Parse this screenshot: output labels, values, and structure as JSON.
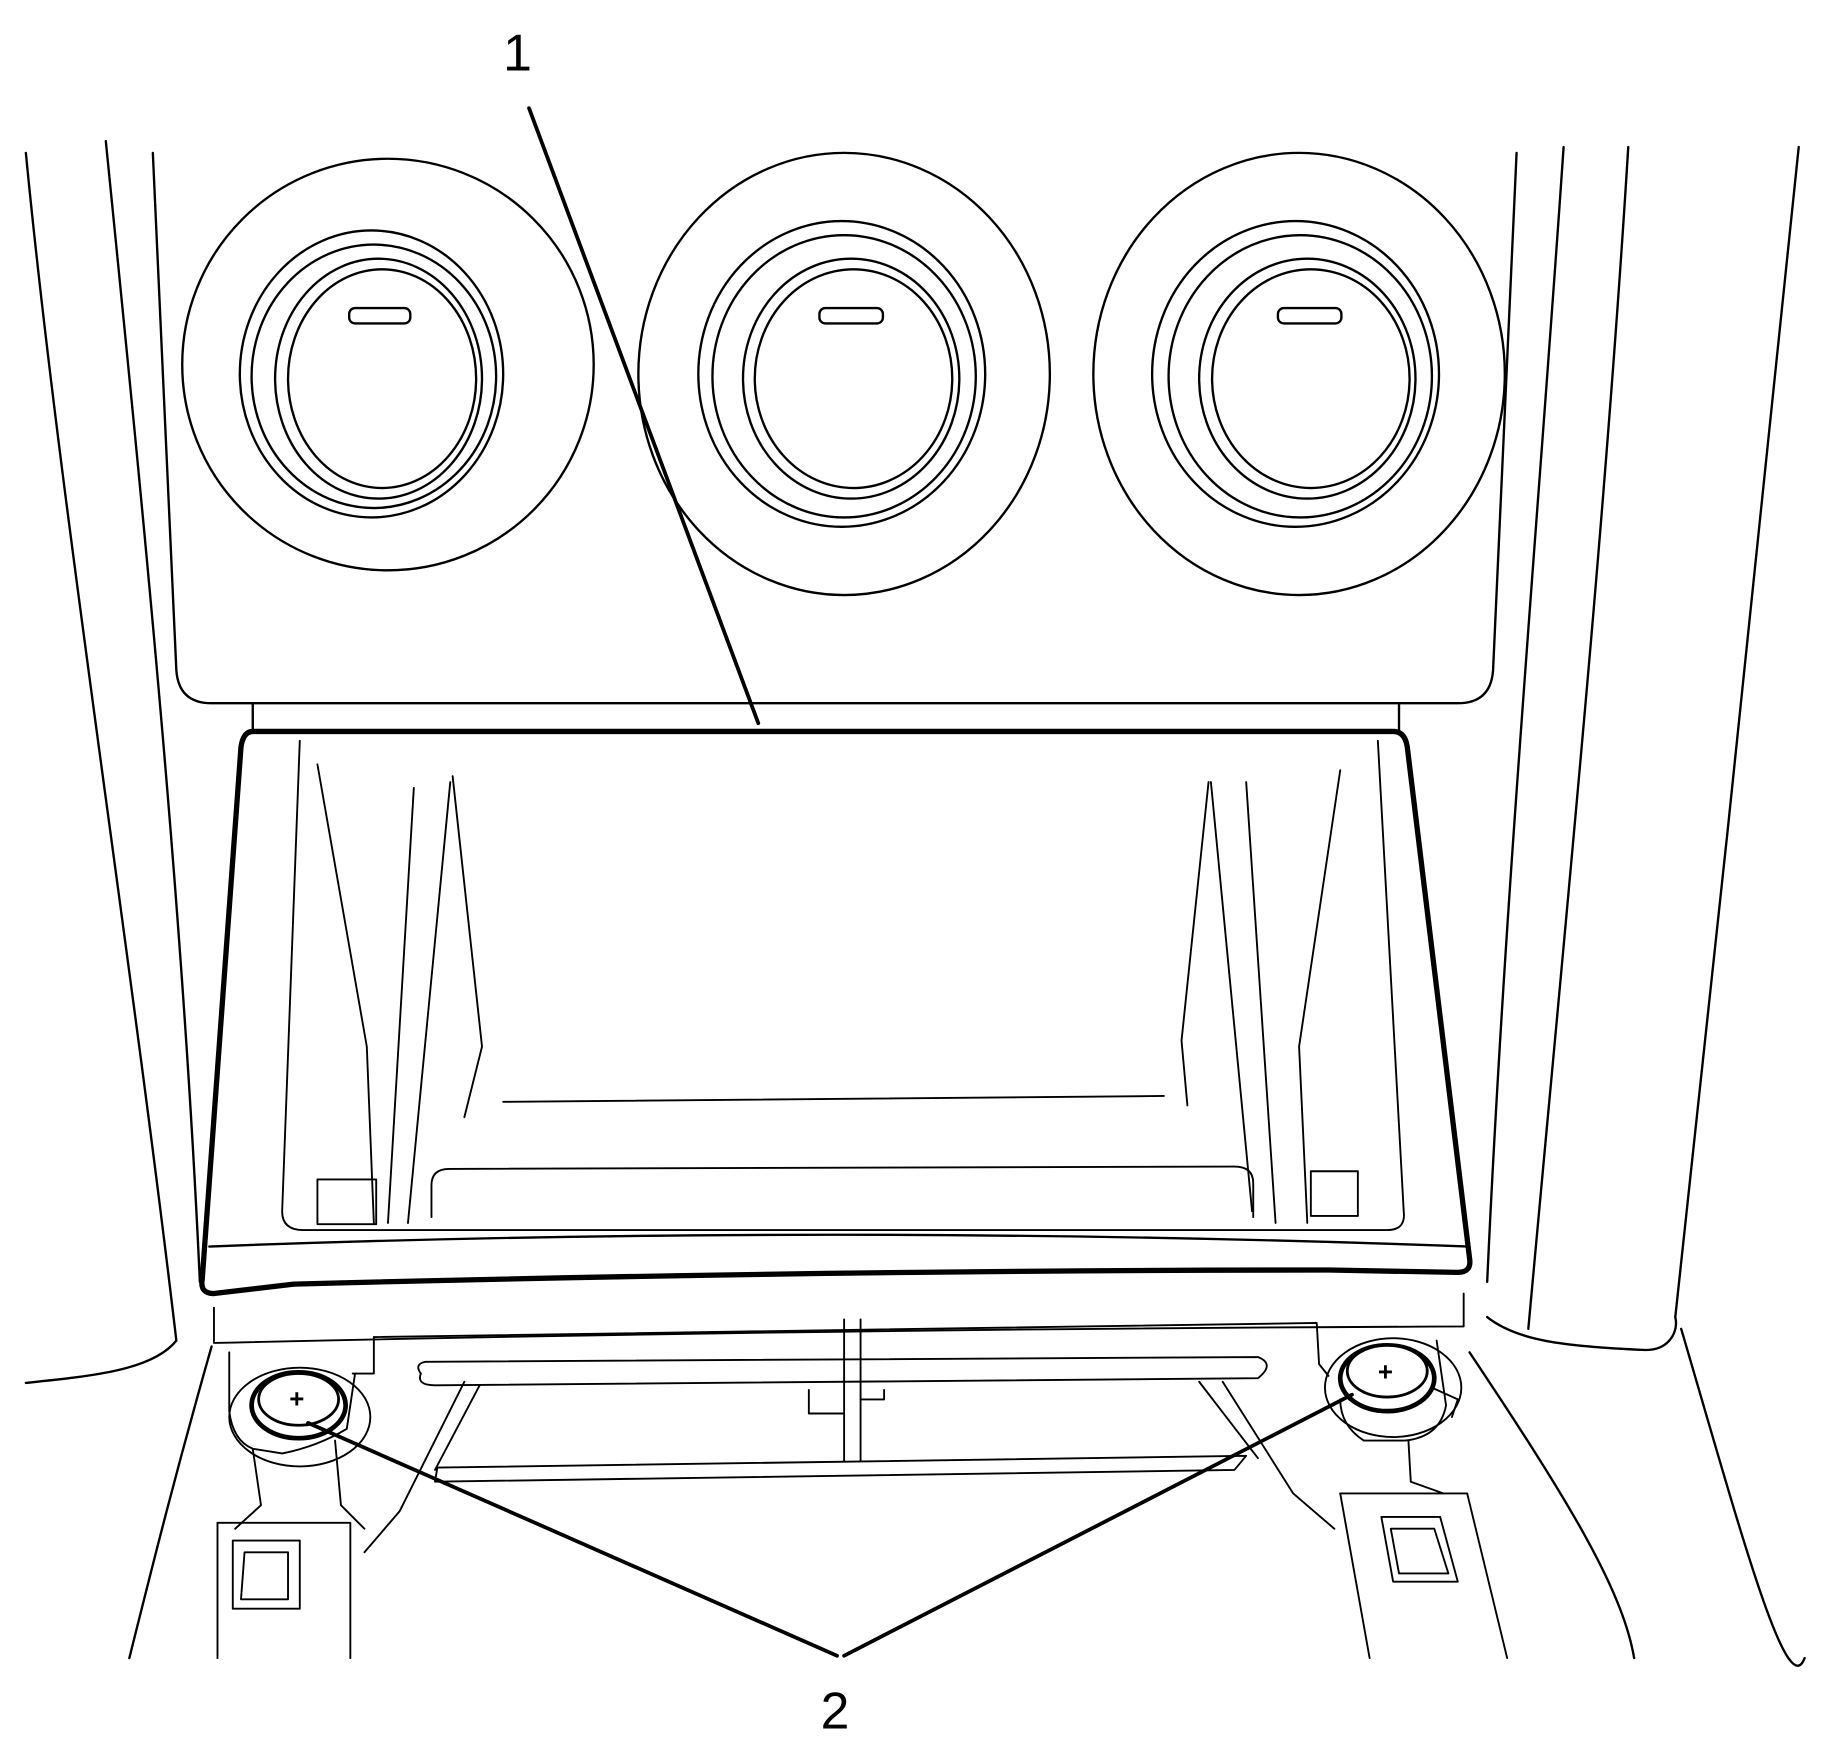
{
  "diagram": {
    "type": "service-manual-line-illustration",
    "subject": "center console storage compartment / trim panel with three knobs above and two fasteners below",
    "callouts": [
      {
        "id": "callout-1",
        "label": "1",
        "points_to": "storage compartment / trim panel"
      },
      {
        "id": "callout-2",
        "label": "2",
        "points_to": "fasteners (2 screws)"
      }
    ],
    "components": {
      "knobs": {
        "count": 3,
        "indicator_mark": "horizontal bar on each knob"
      },
      "screws": {
        "count": 2,
        "head_mark": "+"
      }
    },
    "colors": {
      "line": "#000000",
      "background": "#ffffff"
    }
  }
}
